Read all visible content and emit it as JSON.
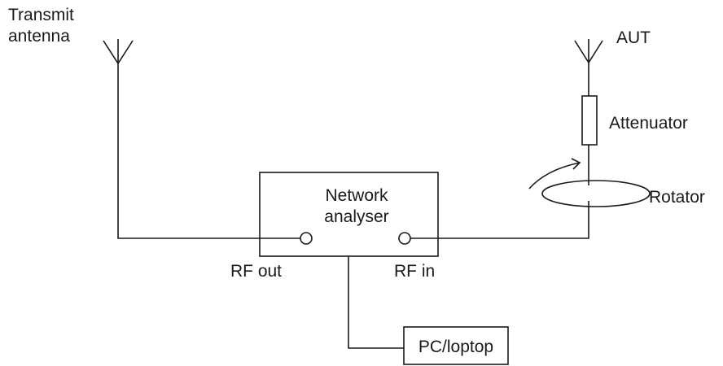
{
  "labels": {
    "transmit_antenna_line1": "Transmit",
    "transmit_antenna_line2": "antenna",
    "aut": "AUT",
    "attenuator": "Attenuator",
    "rotator": "Rotator",
    "network_analyser_line1": "Network",
    "network_analyser_line2": "analyser",
    "rf_out": "RF out",
    "rf_in": "RF in",
    "pc": "PC/loptop"
  },
  "colors": {
    "line": "#1a1a1a",
    "background": "#ffffff"
  }
}
